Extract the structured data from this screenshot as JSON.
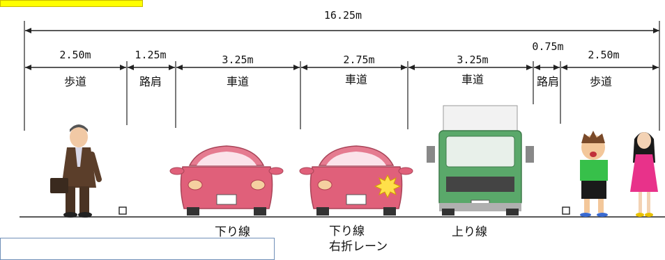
{
  "diagram": {
    "total_width": "16.25m",
    "sections": [
      {
        "width": "2.50m",
        "label": "歩道"
      },
      {
        "width": "1.25m",
        "label": "路肩"
      },
      {
        "width": "3.25m",
        "label": "車道"
      },
      {
        "width": "2.75m",
        "label": "車道"
      },
      {
        "width": "3.25m",
        "label": "車道"
      },
      {
        "width": "0.75m",
        "label": "路肩"
      },
      {
        "width": "2.50m",
        "label": "歩道"
      }
    ],
    "lanes": {
      "down": "下り線",
      "down_right_turn_line1": "下り線",
      "down_right_turn_line2": "右折レーン",
      "up": "上り線"
    },
    "colors": {
      "car": "#e0607a",
      "truck_cab": "#5aa86a",
      "dimension_line": "#222222",
      "highlight": "#ffff00"
    }
  }
}
